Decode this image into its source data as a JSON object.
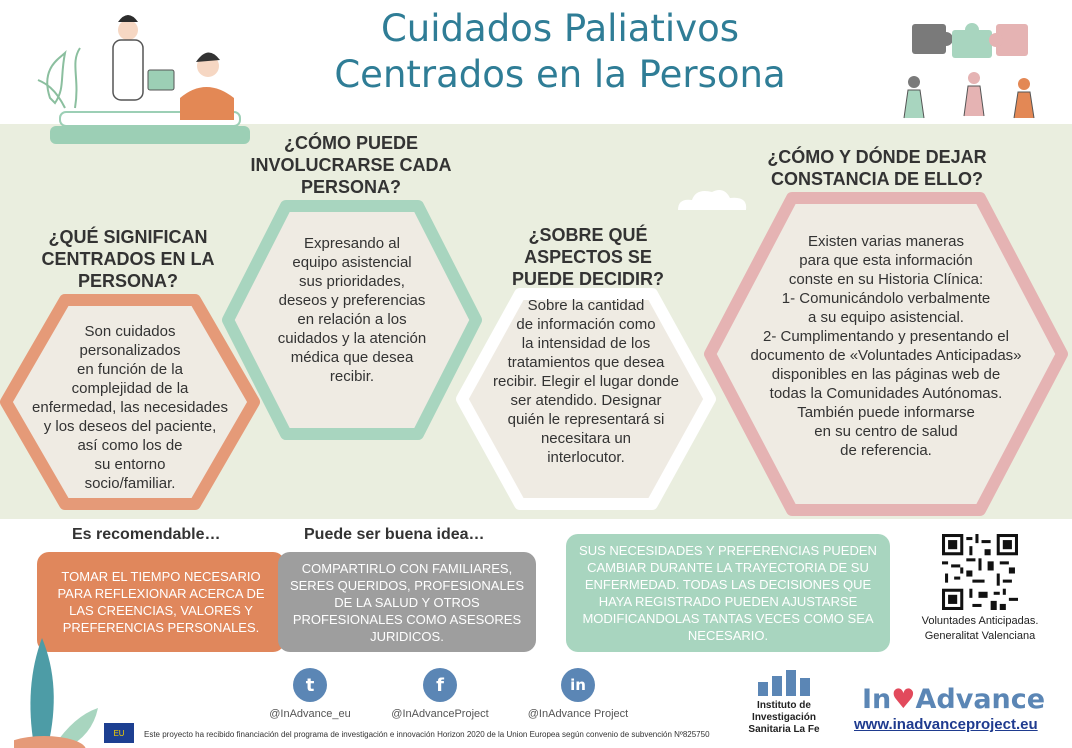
{
  "title": {
    "line1": "Cuidados Paliativos",
    "line2": "Centrados en la Persona"
  },
  "sections": [
    {
      "heading": [
        "¿QUÉ SIGNIFICAN",
        "CENTRADOS EN LA",
        "PERSONA?"
      ],
      "body": [
        "Son cuidados",
        "personalizados",
        "en función de la",
        "complejidad de la",
        "enfermedad, las necesidades",
        "y los deseos del paciente,",
        "así como los de",
        "su entorno",
        "socio/familiar."
      ],
      "color": "#e59a78"
    },
    {
      "heading": [
        "¿CÓMO PUEDE",
        "INVOLUCRARSE CADA",
        "PERSONA?"
      ],
      "body": [
        "Expresando al",
        "equipo asistencial",
        "sus prioridades,",
        "deseos y preferencias",
        "en relación a los",
        "cuidados y la atención",
        "médica que desea",
        "recibir."
      ],
      "color": "#a8d5bf"
    },
    {
      "heading": [
        "¿SOBRE QUÉ",
        "ASPECTOS  SE",
        "PUEDE DECIDIR?"
      ],
      "body": [
        "Sobre la cantidad",
        "de información como",
        "la intensidad de los",
        "tratamientos que desea",
        "recibir. Elegir el lugar donde",
        "ser atendido. Designar",
        "quién le representará si",
        "necesitara un",
        "interlocutor."
      ],
      "color": "#ffffff"
    },
    {
      "heading": [
        "¿CÓMO Y DÓNDE DEJAR",
        "CONSTANCIA DE ELLO?"
      ],
      "body": [
        "Existen varias maneras",
        "para que esta información",
        "conste en su Historia Clínica:",
        "1- Comunicándolo verbalmente",
        "a su equipo asistencial.",
        "2- Cumplimentando y presentando el",
        "documento de «Voluntades Anticipadas»",
        "disponibles en las páginas web de",
        "todas la Comunidades Autónomas.",
        "También puede informarse",
        "en su centro de salud",
        "de referencia."
      ],
      "color": "#e5b3b3"
    }
  ],
  "recommendations": {
    "label1": "Es recomendable…",
    "box1": "TOMAR EL TIEMPO NECESARIO PARA REFLEXIONAR ACERCA DE LAS CREENCIAS, VALORES Y PREFERENCIAS PERSONALES.",
    "label2": "Puede ser buena idea…",
    "box2": "COMPARTIRLO CON FAMILIARES, SERES QUERIDOS, PROFESIONALES DE LA SALUD Y OTROS PROFESIONALES COMO ASESORES JURIDICOS.",
    "box3": "SUS NECESIDADES Y PREFERENCIAS PUEDEN CAMBIAR DURANTE LA TRAYECTORIA DE SU ENFERMEDAD. TODAS LAS DECISIONES QUE HAYA REGISTRADO PUEDEN AJUSTARSE MODIFICANDOLAS TANTAS VECES COMO SEA NECESARIO.",
    "colors": {
      "box1": "#e0875c",
      "box2": "#9e9e9e",
      "box3": "#a8d5bf"
    }
  },
  "qr": {
    "caption_line1": "Voluntades Anticipadas.",
    "caption_line2": "Generalitat Valenciana"
  },
  "social": [
    {
      "icon": "twitter-icon",
      "glyph": "t",
      "handle": "@InAdvance_eu"
    },
    {
      "icon": "facebook-icon",
      "glyph": "f",
      "handle": "@InAdvanceProject"
    },
    {
      "icon": "linkedin-icon",
      "glyph": "in",
      "handle": "@InAdvance Project"
    }
  ],
  "footer": {
    "eu_label": "EU",
    "text": "Este proyecto ha recibido financiación del programa de investigación e innovación Horizon 2020 de la Union Europea según convenio de subvención Nº825750",
    "institute": [
      "Instituto de Investigación",
      "Sanitaria La Fe"
    ],
    "brand_left": "In",
    "brand_heart": "♥",
    "brand_right": "Advance",
    "url": "www.inadvanceproject.eu"
  }
}
